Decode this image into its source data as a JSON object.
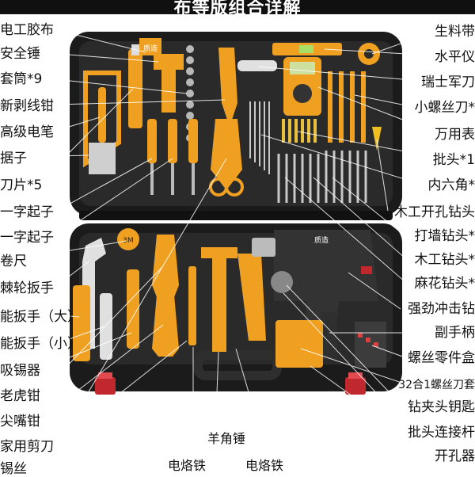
{
  "header": {
    "title": "布等版组合详解"
  },
  "left_labels": [
    "电工胶布",
    "安全锤",
    "套筒*9",
    "新剥线钳",
    "高级电笔",
    "据子",
    "刀片*5",
    "一字起子",
    "一字起子",
    "卷尺",
    "棘轮扳手",
    "能扳手（大）",
    "能扳手（小）",
    "吸锡器",
    "老虎钳",
    "尖嘴钳",
    "家用剪刀",
    "锡丝"
  ],
  "right_labels": [
    "生料带",
    "水平仪",
    "瑞士军刀",
    "小螺丝刀*",
    "万用表",
    "批头*1",
    "内六角*",
    "木工开孔钻头",
    "打墙钻头*",
    "木工钻头*",
    "麻花钻头*",
    "强劲冲击钻",
    "副手柄",
    "螺丝零件盒",
    "32合1螺丝刀套",
    "钻夹头钥匙",
    "批头连接杆",
    "开孔器"
  ],
  "bottom_labels": [
    "羊角锤",
    "电烙铁",
    "电烙铁"
  ],
  "tool_texts": {
    "brand": "质造",
    "tape_mark": "3M",
    "drill_brand": "质造"
  },
  "colors": {
    "case_body": "#1b1b1b",
    "tray": "#2a2a2a",
    "accent": "#f0a020",
    "latch": "#c0282e",
    "handle": "#2e2e2e"
  }
}
